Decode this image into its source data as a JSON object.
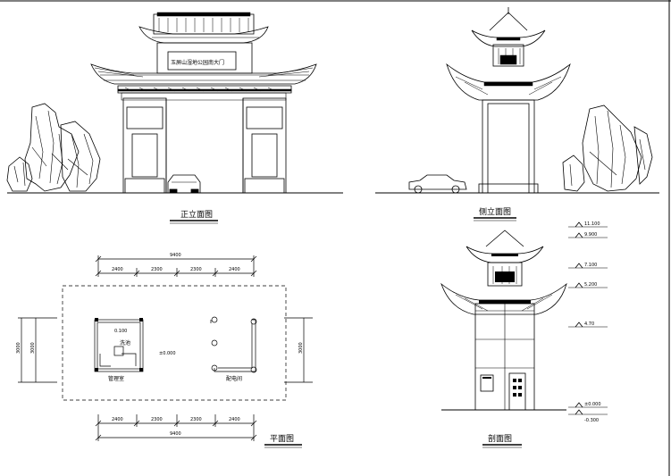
{
  "drawing": {
    "front_elevation": {
      "title": "正立面图",
      "plaque": "玉屏山湿地公园南大门"
    },
    "side_elevation": {
      "title": "侧立面图"
    },
    "plan": {
      "title": "平面图",
      "top_dims": [
        "2400",
        "2300",
        "2300",
        "2400"
      ],
      "top_total": "9400",
      "bottom_dims": [
        "2400",
        "2300",
        "2300",
        "2400"
      ],
      "bottom_total": "9400",
      "left_dims": [
        "3000",
        "3000"
      ],
      "right_dim": "3000",
      "level_label": "±0.000",
      "room_level": "0.100",
      "left_room": "管理室",
      "right_room": "配电间",
      "fixture": "洗池"
    },
    "section": {
      "title": "剖面图",
      "levels": [
        "11.100",
        "9.900",
        "7.100",
        "5.200",
        "4.70",
        "±0.000",
        "-0.300"
      ]
    }
  }
}
